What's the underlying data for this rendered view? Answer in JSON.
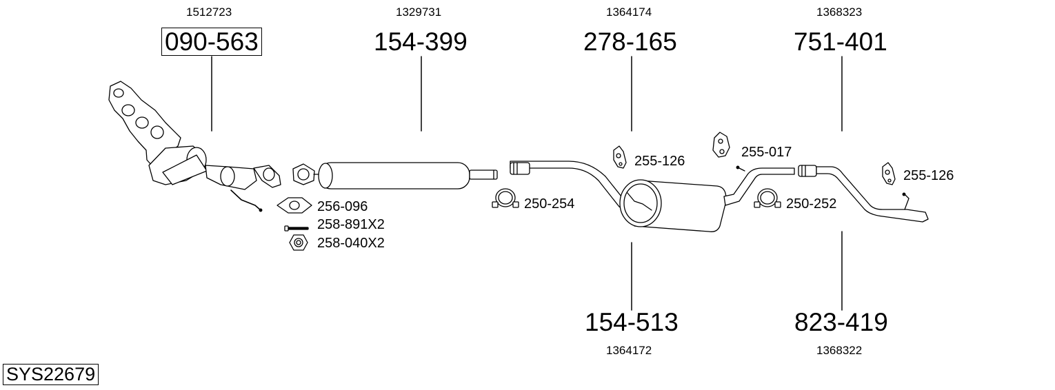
{
  "system": {
    "code": "SYS22679"
  },
  "parts": [
    {
      "id": "090-563",
      "oem": "1512723"
    },
    {
      "id": "154-399",
      "oem": "1329731"
    },
    {
      "id": "278-165",
      "oem": "1364174"
    },
    {
      "id": "751-401",
      "oem": "1368323"
    },
    {
      "id": "154-513",
      "oem": "1364172"
    },
    {
      "id": "823-419",
      "oem": "1368322"
    }
  ],
  "accessories": [
    {
      "id": "256-096"
    },
    {
      "id": "258-891X2"
    },
    {
      "id": "258-040X2"
    },
    {
      "id": "250-254"
    },
    {
      "id": "255-126"
    },
    {
      "id": "255-017"
    },
    {
      "id": "250-252"
    },
    {
      "id": "255-126"
    }
  ]
}
